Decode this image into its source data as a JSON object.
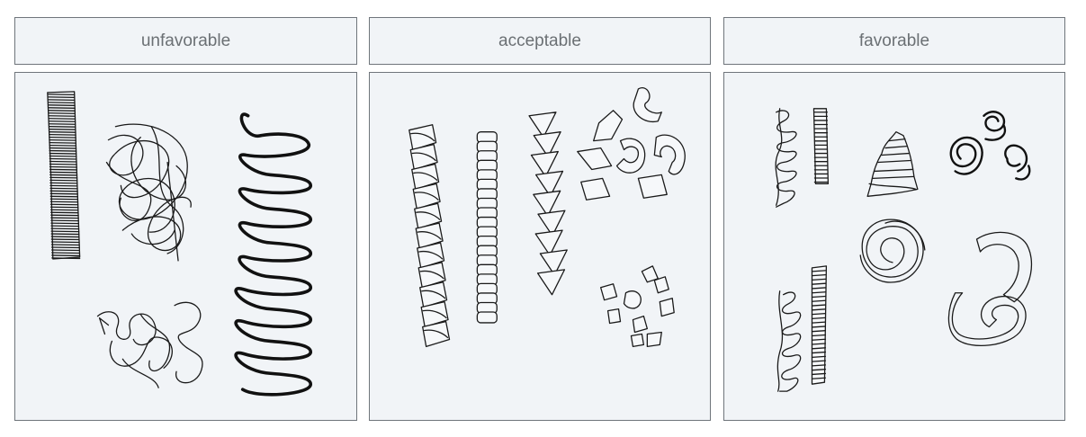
{
  "columns": [
    {
      "label": "unfavorable"
    },
    {
      "label": "acceptable"
    },
    {
      "label": "favorable"
    }
  ]
}
